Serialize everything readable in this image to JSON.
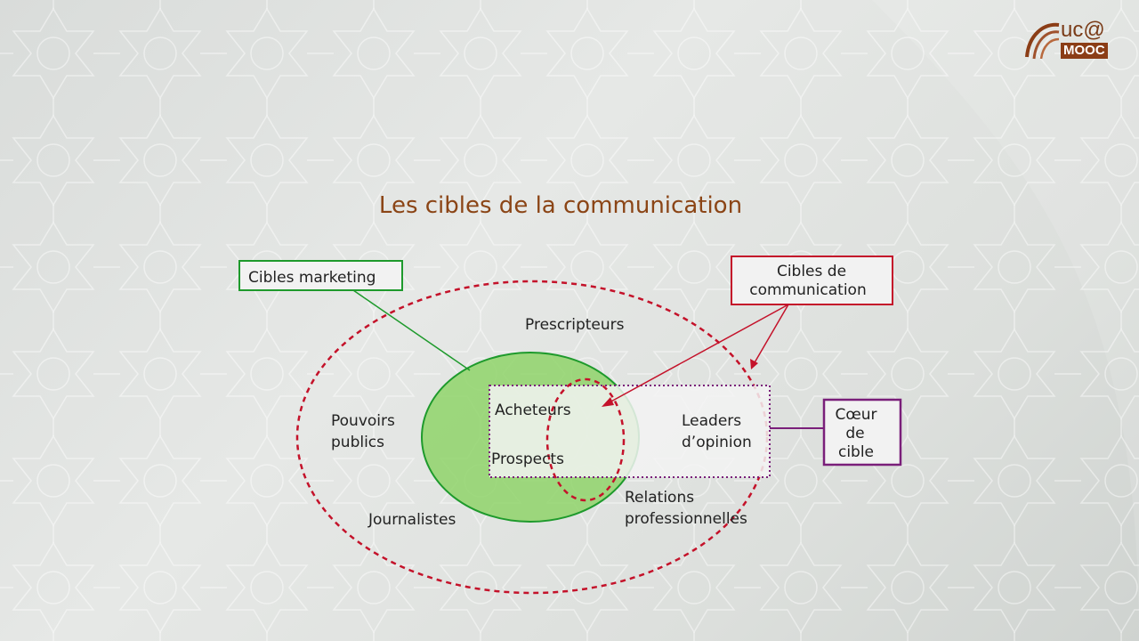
{
  "logo": {
    "brand_text": "uc@",
    "tag_text": "MOOC"
  },
  "slide": {
    "title": "Les cibles de la communication"
  },
  "diagram": {
    "callout_marketing": "Cibles marketing",
    "callout_communication_line1": "Cibles de",
    "callout_communication_line2": "communication",
    "callout_coeur_line1": "Cœur",
    "callout_coeur_line2": "de",
    "callout_coeur_line3": "cible",
    "prescripteurs": "Prescripteurs",
    "pouvoirs_line1": "Pouvoirs",
    "pouvoirs_line2": "publics",
    "journalistes": "Journalistes",
    "acheteurs": "Acheteurs",
    "prospects": "Prospects",
    "leaders_line1": "Leaders",
    "leaders_line2": "d’opinion",
    "relations_line1": "Relations",
    "relations_line2": "professionnelles"
  },
  "colors": {
    "marketing_green": "#1e9a2c",
    "communication_red": "#c4122a",
    "coeur_purple": "#7a1f7a",
    "title_brown": "#8b4516"
  }
}
